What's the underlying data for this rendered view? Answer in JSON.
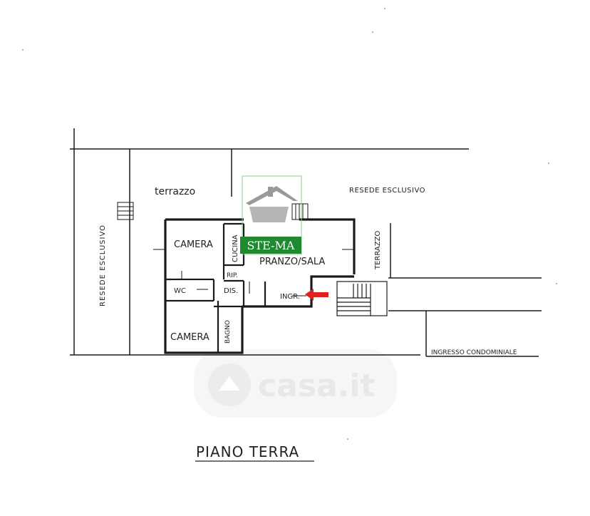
{
  "labels": {
    "terrazzo_top": "terrazzo",
    "resede_top": "RESEDE ESCLUSIVO",
    "resede_left": "RESEDE ESCLUSIVO",
    "terrazzo_right": "TERRAZZO",
    "camera_top": "CAMERA",
    "cucina": "CUCINA",
    "pranzo_sala": "PRANZO/SALA",
    "rip": "RIP.",
    "wc": "WC",
    "dis": "DIS.",
    "ingr": "INGR.",
    "camera_bottom": "CAMERA",
    "bagno": "BAGNO",
    "ingresso_condominiale": "INGRESSO CONDOMINIALE",
    "floor_title": "PIANO TERRA"
  },
  "logo": {
    "text": "STE-MA",
    "color": "#1e8a2f"
  },
  "watermark": {
    "text": "casa.it"
  },
  "arrow": {
    "color": "#e02020"
  }
}
